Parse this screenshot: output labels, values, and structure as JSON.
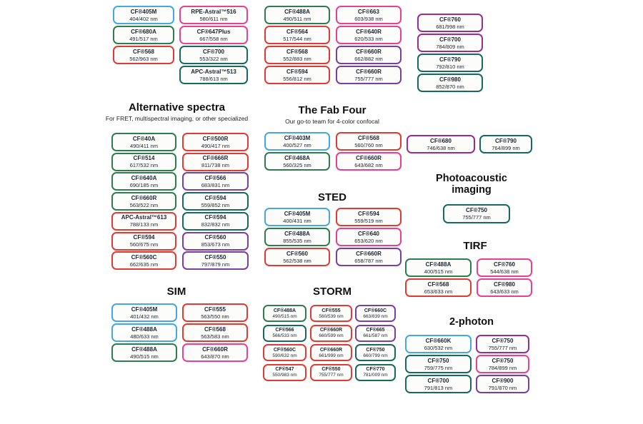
{
  "palette": {
    "blue": "#45a8e0",
    "green": "#2e7d4f",
    "red": "#e23b33",
    "pink": "#ec3f8f",
    "teal": "#176a5e",
    "purple": "#7b3fa0",
    "magenta": "#9b2d92"
  },
  "headers": {
    "alternative": {
      "title": "Alternative spectra",
      "subtitle": "For FRET, multispectral imaging, or other specialized"
    },
    "fab_four": {
      "title": "The Fab Four",
      "subtitle": "Our go-to team for 4-color confocal"
    },
    "sted": {
      "title": "STED"
    },
    "sim": {
      "title": "SIM"
    },
    "storm": {
      "title": "STORM"
    },
    "photoacoustic": {
      "title": "Photoacoustic imaging"
    },
    "tirf": {
      "title": "TIRF"
    },
    "two_photon": {
      "title": "2-photon"
    }
  },
  "groups": {
    "top_a1": {
      "badges": [
        {
          "label": "CF®405M",
          "nm": "404/402 nm",
          "color": "blue"
        },
        {
          "label": "CF®680A",
          "nm": "491/517 nm",
          "color": "green"
        },
        {
          "label": "CF®568",
          "nm": "562/963 nm",
          "color": "red"
        }
      ]
    },
    "top_a2": {
      "badges": [
        {
          "label": "RPE-Astral™516",
          "nm": "580/611 nm",
          "color": "pink"
        },
        {
          "label": "CF®647Plus",
          "nm": "667/558 nm",
          "color": "pink"
        },
        {
          "label": "CF®700",
          "nm": "553/322 nm",
          "color": "teal"
        },
        {
          "label": "APC-Astral™513",
          "nm": "788/613 nm",
          "color": "teal"
        }
      ]
    },
    "top_b1": {
      "badges": [
        {
          "label": "CF®488A",
          "nm": "490/511 nm",
          "color": "green"
        },
        {
          "label": "CF®564",
          "nm": "517/544 nm",
          "color": "red"
        },
        {
          "label": "CF®568",
          "nm": "552/883 nm",
          "color": "red"
        },
        {
          "label": "CF®594",
          "nm": "556/812 nm",
          "color": "red"
        }
      ]
    },
    "top_b2": {
      "badges": [
        {
          "label": "CF®663",
          "nm": "603/938 nm",
          "color": "pink"
        },
        {
          "label": "CF®640R",
          "nm": "620/533 nm",
          "color": "pink"
        },
        {
          "label": "CF®660R",
          "nm": "662/882 nm",
          "color": "purple"
        },
        {
          "label": "CF®660R",
          "nm": "755/777 nm",
          "color": "purple"
        }
      ]
    },
    "top_c": {
      "badges": [
        {
          "label": "CF®760",
          "nm": "681/998 nm",
          "color": "magenta"
        },
        {
          "label": "CF®700",
          "nm": "784/809 nm",
          "color": "magenta"
        },
        {
          "label": "CF®790",
          "nm": "792/810 nm",
          "color": "teal"
        },
        {
          "label": "CF®980",
          "nm": "852/870 nm",
          "color": "teal"
        }
      ]
    },
    "alt_1": {
      "badges": [
        {
          "label": "CF®40A",
          "nm": "490/411 nm",
          "color": "green"
        },
        {
          "label": "CF®514",
          "nm": "617/532 nm",
          "color": "green"
        },
        {
          "label": "CF®640A",
          "nm": "690/185 nm",
          "color": "green"
        },
        {
          "label": "CF®660R",
          "nm": "563/522 nm",
          "color": "green"
        },
        {
          "label": "APC-Astral™613",
          "nm": "788/133 nm",
          "color": "red"
        },
        {
          "label": "CF®594",
          "nm": "560/675 nm",
          "color": "red"
        },
        {
          "label": "CF®560C",
          "nm": "662/635 nm",
          "color": "red"
        }
      ]
    },
    "alt_2": {
      "badges": [
        {
          "label": "CF®500R",
          "nm": "490/417 nm",
          "color": "red"
        },
        {
          "label": "CF®666R",
          "nm": "811/738 nm",
          "color": "red"
        },
        {
          "label": "CF®566",
          "nm": "683/831 nm",
          "color": "purple"
        },
        {
          "label": "CF®594",
          "nm": "559/852 nm",
          "color": "teal"
        },
        {
          "label": "CF®594",
          "nm": "832/832 nm",
          "color": "teal"
        },
        {
          "label": "CF®560",
          "nm": "853/673 nm",
          "color": "purple"
        },
        {
          "label": "CF®550",
          "nm": "797/879 nm",
          "color": "purple"
        }
      ]
    },
    "fab_1": {
      "badges": [
        {
          "label": "CF®403M",
          "nm": "400/527 nm",
          "color": "blue"
        },
        {
          "label": "CF®468A",
          "nm": "560/325 nm",
          "color": "green"
        }
      ]
    },
    "fab_2": {
      "badges": [
        {
          "label": "CF®568",
          "nm": "560/760 nm",
          "color": "red"
        },
        {
          "label": "CF®660R",
          "nm": "643/682 nm",
          "color": "pink"
        }
      ]
    },
    "sted_1": {
      "badges": [
        {
          "label": "CF®405M",
          "nm": "400/431 nm",
          "color": "blue"
        },
        {
          "label": "CF®488A",
          "nm": "855/535 nm",
          "color": "green"
        },
        {
          "label": "CF®560",
          "nm": "562/538 nm",
          "color": "red"
        }
      ]
    },
    "sted_2": {
      "badges": [
        {
          "label": "CF®594",
          "nm": "559/519 nm",
          "color": "red"
        },
        {
          "label": "CF®640",
          "nm": "653/620 nm",
          "color": "pink"
        },
        {
          "label": "CF®660R",
          "nm": "658/787 nm",
          "color": "purple"
        }
      ]
    },
    "sim_1": {
      "badges": [
        {
          "label": "CF®405M",
          "nm": "401/432 nm",
          "color": "blue"
        },
        {
          "label": "CF®488A",
          "nm": "480/633 nm",
          "color": "blue"
        },
        {
          "label": "CF®488A",
          "nm": "490/515 nm",
          "color": "green"
        }
      ]
    },
    "sim_2": {
      "badges": [
        {
          "label": "CF®555",
          "nm": "563/550 nm",
          "color": "red"
        },
        {
          "label": "CF®568",
          "nm": "563/583 nm",
          "color": "red"
        },
        {
          "label": "CF®660R",
          "nm": "643/870 nm",
          "color": "pink"
        }
      ]
    },
    "storm_1": {
      "badges": [
        {
          "label": "CF®488A",
          "nm": "490/515 nm",
          "color": "green"
        },
        {
          "label": "CF®566",
          "nm": "566/533 nm",
          "color": "teal"
        },
        {
          "label": "CF®560C",
          "nm": "590/632 nm",
          "color": "red"
        },
        {
          "label": "CF®547",
          "nm": "550/983 nm",
          "color": "red"
        }
      ]
    },
    "storm_2": {
      "badges": [
        {
          "label": "CF®555",
          "nm": "560/539 nm",
          "color": "red"
        },
        {
          "label": "CF®660R",
          "nm": "660/599 nm",
          "color": "red"
        },
        {
          "label": "CF®660R",
          "nm": "661/999 nm",
          "color": "red"
        },
        {
          "label": "CF®550",
          "nm": "755/777 nm",
          "color": "red"
        }
      ]
    },
    "storm_3": {
      "badges": [
        {
          "label": "CF®660C",
          "nm": "663/839 nm",
          "color": "purple"
        },
        {
          "label": "CF®665",
          "nm": "661/587 nm",
          "color": "purple"
        },
        {
          "label": "CF®750",
          "nm": "660/799 nm",
          "color": "teal"
        },
        {
          "label": "CF®770",
          "nm": "781/009 nm",
          "color": "teal"
        }
      ]
    },
    "right_680": {
      "badges": [
        {
          "label": "CF®680",
          "nm": "746/638 nm",
          "color": "magenta"
        }
      ]
    },
    "right_790": {
      "badges": [
        {
          "label": "CF®790",
          "nm": "764/899 nm",
          "color": "teal"
        }
      ]
    },
    "photo": {
      "badges": [
        {
          "label": "CF®750",
          "nm": "755/777 nm",
          "color": "teal"
        }
      ]
    },
    "tirf_1": {
      "badges": [
        {
          "label": "CF®488A",
          "nm": "400/515 nm",
          "color": "green"
        },
        {
          "label": "CF®568",
          "nm": "653/633 nm",
          "color": "red"
        }
      ]
    },
    "tirf_2": {
      "badges": [
        {
          "label": "CF®760",
          "nm": "544/638 nm",
          "color": "pink"
        },
        {
          "label": "CF®980",
          "nm": "643/633 nm",
          "color": "pink"
        }
      ]
    },
    "tp_1": {
      "badges": [
        {
          "label": "CF®660K",
          "nm": "630/532 nm",
          "color": "blue"
        },
        {
          "label": "CF®750",
          "nm": "759/775 nm",
          "color": "teal"
        },
        {
          "label": "CF®700",
          "nm": "791/813 nm",
          "color": "teal"
        }
      ]
    },
    "tp_2": {
      "badges": [
        {
          "label": "CF®750",
          "nm": "755/777 nm",
          "color": "magenta"
        },
        {
          "label": "CF®750",
          "nm": "784/899 nm",
          "color": "pink"
        },
        {
          "label": "CF®900",
          "nm": "791/870 nm",
          "color": "purple"
        }
      ]
    }
  }
}
